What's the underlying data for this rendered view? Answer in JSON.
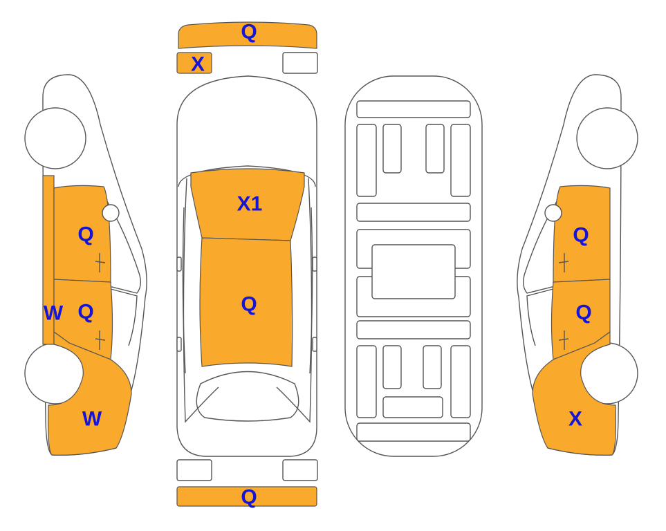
{
  "colors": {
    "damage_fill": "#F9A92B",
    "code_text": "#1515D8",
    "outline": "#555555"
  },
  "markers": {
    "front_bumper": "Q",
    "front_left_fog_lamp": "X",
    "windshield": "X1",
    "roof": "Q",
    "rear_bumper": "Q",
    "left_front_door": "Q",
    "left_rear_door": "Q",
    "left_rocker": "W",
    "left_rear_quarter": "W",
    "right_front_door": "Q",
    "right_rear_door": "Q",
    "right_rear_quarter": "X"
  }
}
